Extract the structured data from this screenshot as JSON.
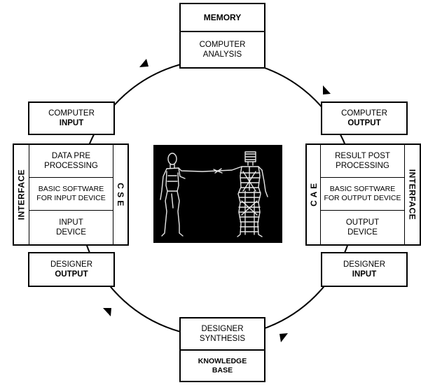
{
  "top": {
    "header": "MEMORY",
    "lines": [
      "COMPUTER",
      "ANALYSIS"
    ]
  },
  "bottom": {
    "lines": [
      "DESIGNER",
      "SYNTHESIS"
    ],
    "footer": [
      "KNOWLEDGE",
      "BASE"
    ]
  },
  "left_top": {
    "line1": "COMPUTER",
    "line2": "INPUT"
  },
  "left_bottom": {
    "line1": "DESIGNER",
    "line2": "OUTPUT"
  },
  "right_top": {
    "line1": "COMPUTER",
    "line2": "OUTPUT"
  },
  "right_bottom": {
    "line1": "DESIGNER",
    "line2": "INPUT"
  },
  "left_stack": {
    "side_label": "INTERFACE",
    "inner_label": "C S E",
    "cells": [
      [
        "DATA PRE",
        "PROCESSING"
      ],
      [
        "BASIC SOFTWARE",
        "FOR  INPUT DEVICE"
      ],
      [
        "INPUT",
        "DEVICE"
      ]
    ]
  },
  "right_stack": {
    "side_label": "INTERFACE",
    "inner_label": "C A E",
    "cells": [
      [
        "RESULT POST",
        "PROCESSING"
      ],
      [
        "BASIC SOFTWARE",
        "FOR  OUTPUT DEVICE"
      ],
      [
        "OUTPUT",
        "DEVICE"
      ]
    ]
  },
  "colors": {
    "stroke": "#000000",
    "photo_bg": "#000000",
    "figure": "#e8e8e8"
  }
}
